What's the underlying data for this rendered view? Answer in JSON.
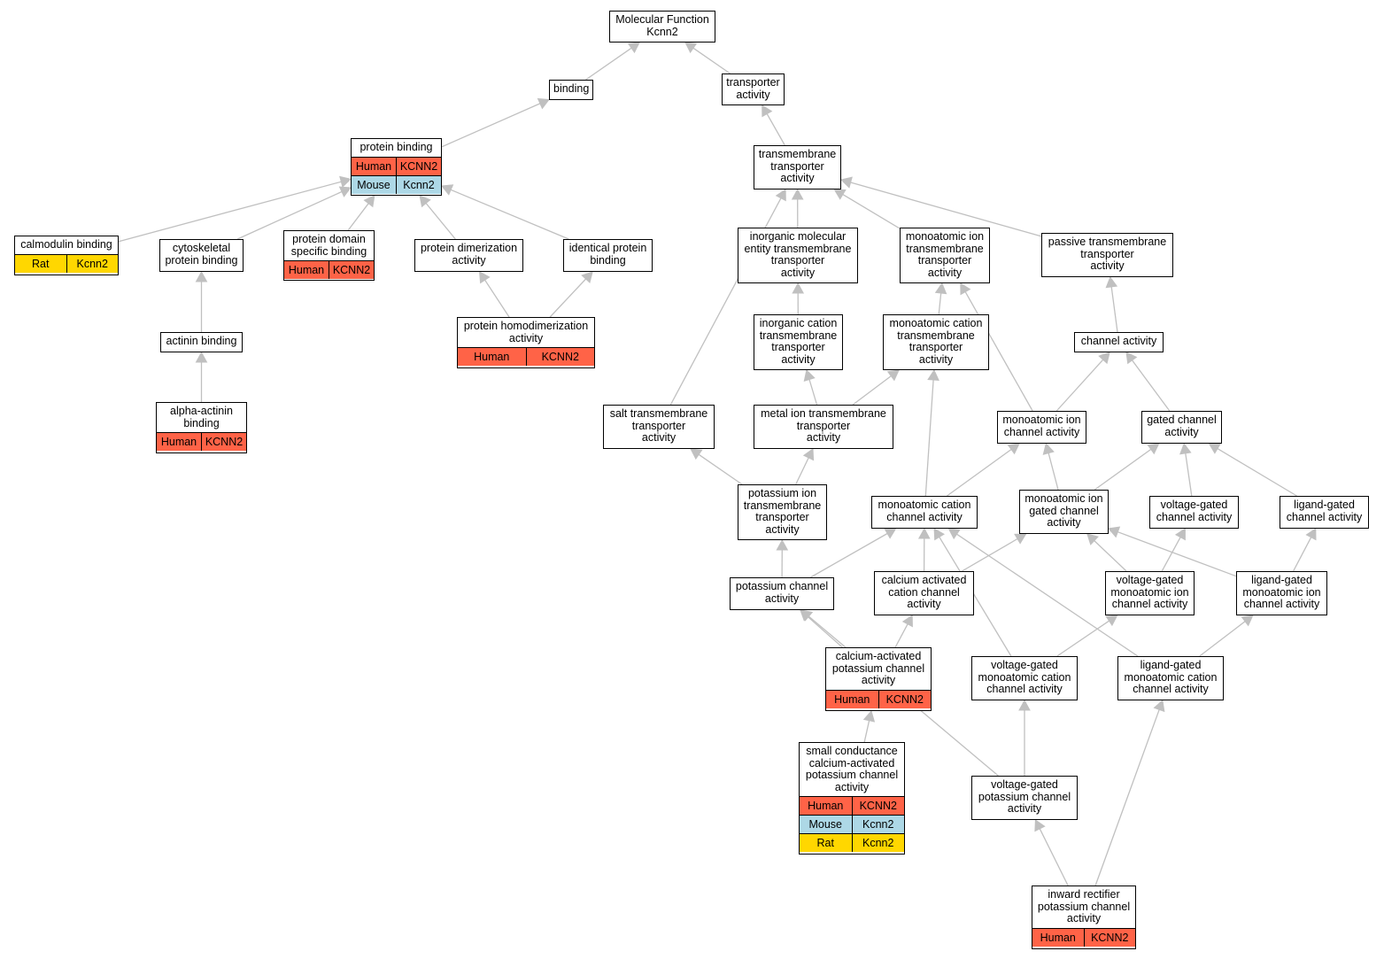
{
  "species_colors": {
    "Human": "#ff6347",
    "Mouse": "#add8e6",
    "Rat": "#ffd700"
  },
  "edge_color": "#c0c0c0",
  "nodes": [
    {
      "id": "root",
      "label": "Molecular Function\nKcnn2",
      "ann": []
    },
    {
      "id": "binding",
      "label": "binding",
      "ann": []
    },
    {
      "id": "transporter",
      "label": "transporter\nactivity",
      "ann": []
    },
    {
      "id": "protein_binding",
      "label": "protein binding",
      "ann": [
        [
          "Human",
          "KCNN2"
        ],
        [
          "Mouse",
          "Kcnn2"
        ]
      ]
    },
    {
      "id": "tmt",
      "label": "transmembrane\ntransporter\nactivity",
      "ann": []
    },
    {
      "id": "calmodulin",
      "label": "calmodulin binding",
      "ann": [
        [
          "Rat",
          "Kcnn2"
        ]
      ]
    },
    {
      "id": "cytoskeletal",
      "label": "cytoskeletal\nprotein binding",
      "ann": []
    },
    {
      "id": "domain",
      "label": "protein domain\nspecific binding",
      "ann": [
        [
          "Human",
          "KCNN2"
        ]
      ]
    },
    {
      "id": "dimer",
      "label": "protein dimerization\nactivity",
      "ann": []
    },
    {
      "id": "identical",
      "label": "identical protein\nbinding",
      "ann": []
    },
    {
      "id": "inorganic_mol",
      "label": "inorganic molecular\nentity transmembrane\ntransporter\nactivity",
      "ann": []
    },
    {
      "id": "mono_ion_tmt",
      "label": "monoatomic ion\ntransmembrane\ntransporter\nactivity",
      "ann": []
    },
    {
      "id": "passive",
      "label": "passive transmembrane\ntransporter\nactivity",
      "ann": []
    },
    {
      "id": "homodimer",
      "label": "protein homodimerization\nactivity",
      "ann": [
        [
          "Human",
          "KCNN2"
        ]
      ]
    },
    {
      "id": "actinin",
      "label": "actinin binding",
      "ann": []
    },
    {
      "id": "inorg_cation",
      "label": "inorganic cation\ntransmembrane\ntransporter\nactivity",
      "ann": []
    },
    {
      "id": "mono_cation_tmt",
      "label": "monoatomic cation\ntransmembrane\ntransporter\nactivity",
      "ann": []
    },
    {
      "id": "channel",
      "label": "channel activity",
      "ann": []
    },
    {
      "id": "alpha_actinin",
      "label": "alpha-actinin\nbinding",
      "ann": [
        [
          "Human",
          "KCNN2"
        ]
      ]
    },
    {
      "id": "salt",
      "label": "salt transmembrane\ntransporter\nactivity",
      "ann": []
    },
    {
      "id": "metal_ion",
      "label": "metal ion transmembrane\ntransporter\nactivity",
      "ann": []
    },
    {
      "id": "mono_ion_channel",
      "label": "monoatomic ion\nchannel activity",
      "ann": []
    },
    {
      "id": "gated",
      "label": "gated channel\nactivity",
      "ann": []
    },
    {
      "id": "potassium_tmt",
      "label": "potassium ion\ntransmembrane\ntransporter\nactivity",
      "ann": []
    },
    {
      "id": "mono_cation_channel",
      "label": "monoatomic cation\nchannel activity",
      "ann": []
    },
    {
      "id": "mono_gated",
      "label": "monoatomic ion\ngated channel\nactivity",
      "ann": []
    },
    {
      "id": "voltage_gated",
      "label": "voltage-gated\nchannel activity",
      "ann": []
    },
    {
      "id": "ligand_gated",
      "label": "ligand-gated\nchannel activity",
      "ann": []
    },
    {
      "id": "k_channel",
      "label": "potassium channel\nactivity",
      "ann": []
    },
    {
      "id": "ca_cation",
      "label": "calcium activated\ncation channel\nactivity",
      "ann": []
    },
    {
      "id": "vg_mono_ion",
      "label": "voltage-gated\nmonoatomic ion\nchannel activity",
      "ann": []
    },
    {
      "id": "lg_mono_ion",
      "label": "ligand-gated\nmonoatomic ion\nchannel activity",
      "ann": []
    },
    {
      "id": "ca_k",
      "label": "calcium-activated\npotassium channel\nactivity",
      "ann": [
        [
          "Human",
          "KCNN2"
        ]
      ]
    },
    {
      "id": "vg_mono_cation",
      "label": "voltage-gated\nmonoatomic cation\nchannel activity",
      "ann": []
    },
    {
      "id": "lg_mono_cation",
      "label": "ligand-gated\nmonoatomic cation\nchannel activity",
      "ann": []
    },
    {
      "id": "small_cond",
      "label": "small conductance\ncalcium-activated\npotassium channel\nactivity",
      "ann": [
        [
          "Human",
          "KCNN2"
        ],
        [
          "Mouse",
          "Kcnn2"
        ],
        [
          "Rat",
          "Kcnn2"
        ]
      ]
    },
    {
      "id": "vg_k",
      "label": "voltage-gated\npotassium channel\nactivity",
      "ann": []
    },
    {
      "id": "inward",
      "label": "inward rectifier\npotassium channel\nactivity",
      "ann": [
        [
          "Human",
          "KCNN2"
        ]
      ]
    }
  ],
  "edges": [
    [
      "binding",
      "root"
    ],
    [
      "transporter",
      "root"
    ],
    [
      "protein_binding",
      "binding"
    ],
    [
      "tmt",
      "transporter"
    ],
    [
      "calmodulin",
      "protein_binding"
    ],
    [
      "cytoskeletal",
      "protein_binding"
    ],
    [
      "domain",
      "protein_binding"
    ],
    [
      "dimer",
      "protein_binding"
    ],
    [
      "identical",
      "protein_binding"
    ],
    [
      "homodimer",
      "dimer"
    ],
    [
      "homodimer",
      "identical"
    ],
    [
      "actinin",
      "cytoskeletal"
    ],
    [
      "alpha_actinin",
      "actinin"
    ],
    [
      "inorganic_mol",
      "tmt"
    ],
    [
      "mono_ion_tmt",
      "tmt"
    ],
    [
      "passive",
      "tmt"
    ],
    [
      "salt",
      "tmt"
    ],
    [
      "inorg_cation",
      "inorganic_mol"
    ],
    [
      "mono_cation_tmt",
      "mono_ion_tmt"
    ],
    [
      "channel",
      "passive"
    ],
    [
      "metal_ion",
      "inorg_cation"
    ],
    [
      "metal_ion",
      "mono_cation_tmt"
    ],
    [
      "mono_ion_channel",
      "mono_ion_tmt"
    ],
    [
      "mono_ion_channel",
      "channel"
    ],
    [
      "gated",
      "channel"
    ],
    [
      "potassium_tmt",
      "salt"
    ],
    [
      "potassium_tmt",
      "metal_ion"
    ],
    [
      "mono_cation_channel",
      "mono_cation_tmt"
    ],
    [
      "mono_cation_channel",
      "mono_ion_channel"
    ],
    [
      "mono_gated",
      "mono_ion_channel"
    ],
    [
      "mono_gated",
      "gated"
    ],
    [
      "voltage_gated",
      "gated"
    ],
    [
      "ligand_gated",
      "gated"
    ],
    [
      "k_channel",
      "potassium_tmt"
    ],
    [
      "k_channel",
      "mono_cation_channel"
    ],
    [
      "ca_cation",
      "mono_cation_channel"
    ],
    [
      "ca_cation",
      "mono_gated"
    ],
    [
      "vg_mono_ion",
      "mono_gated"
    ],
    [
      "vg_mono_ion",
      "voltage_gated"
    ],
    [
      "lg_mono_ion",
      "mono_gated"
    ],
    [
      "lg_mono_ion",
      "ligand_gated"
    ],
    [
      "ca_k",
      "k_channel"
    ],
    [
      "ca_k",
      "ca_cation"
    ],
    [
      "vg_mono_cation",
      "mono_cation_channel"
    ],
    [
      "vg_mono_cation",
      "vg_mono_ion"
    ],
    [
      "lg_mono_cation",
      "mono_cation_channel"
    ],
    [
      "lg_mono_cation",
      "lg_mono_ion"
    ],
    [
      "small_cond",
      "ca_k"
    ],
    [
      "vg_k",
      "k_channel"
    ],
    [
      "vg_k",
      "vg_mono_cation"
    ],
    [
      "inward",
      "vg_k"
    ],
    [
      "inward",
      "lg_mono_cation"
    ]
  ]
}
